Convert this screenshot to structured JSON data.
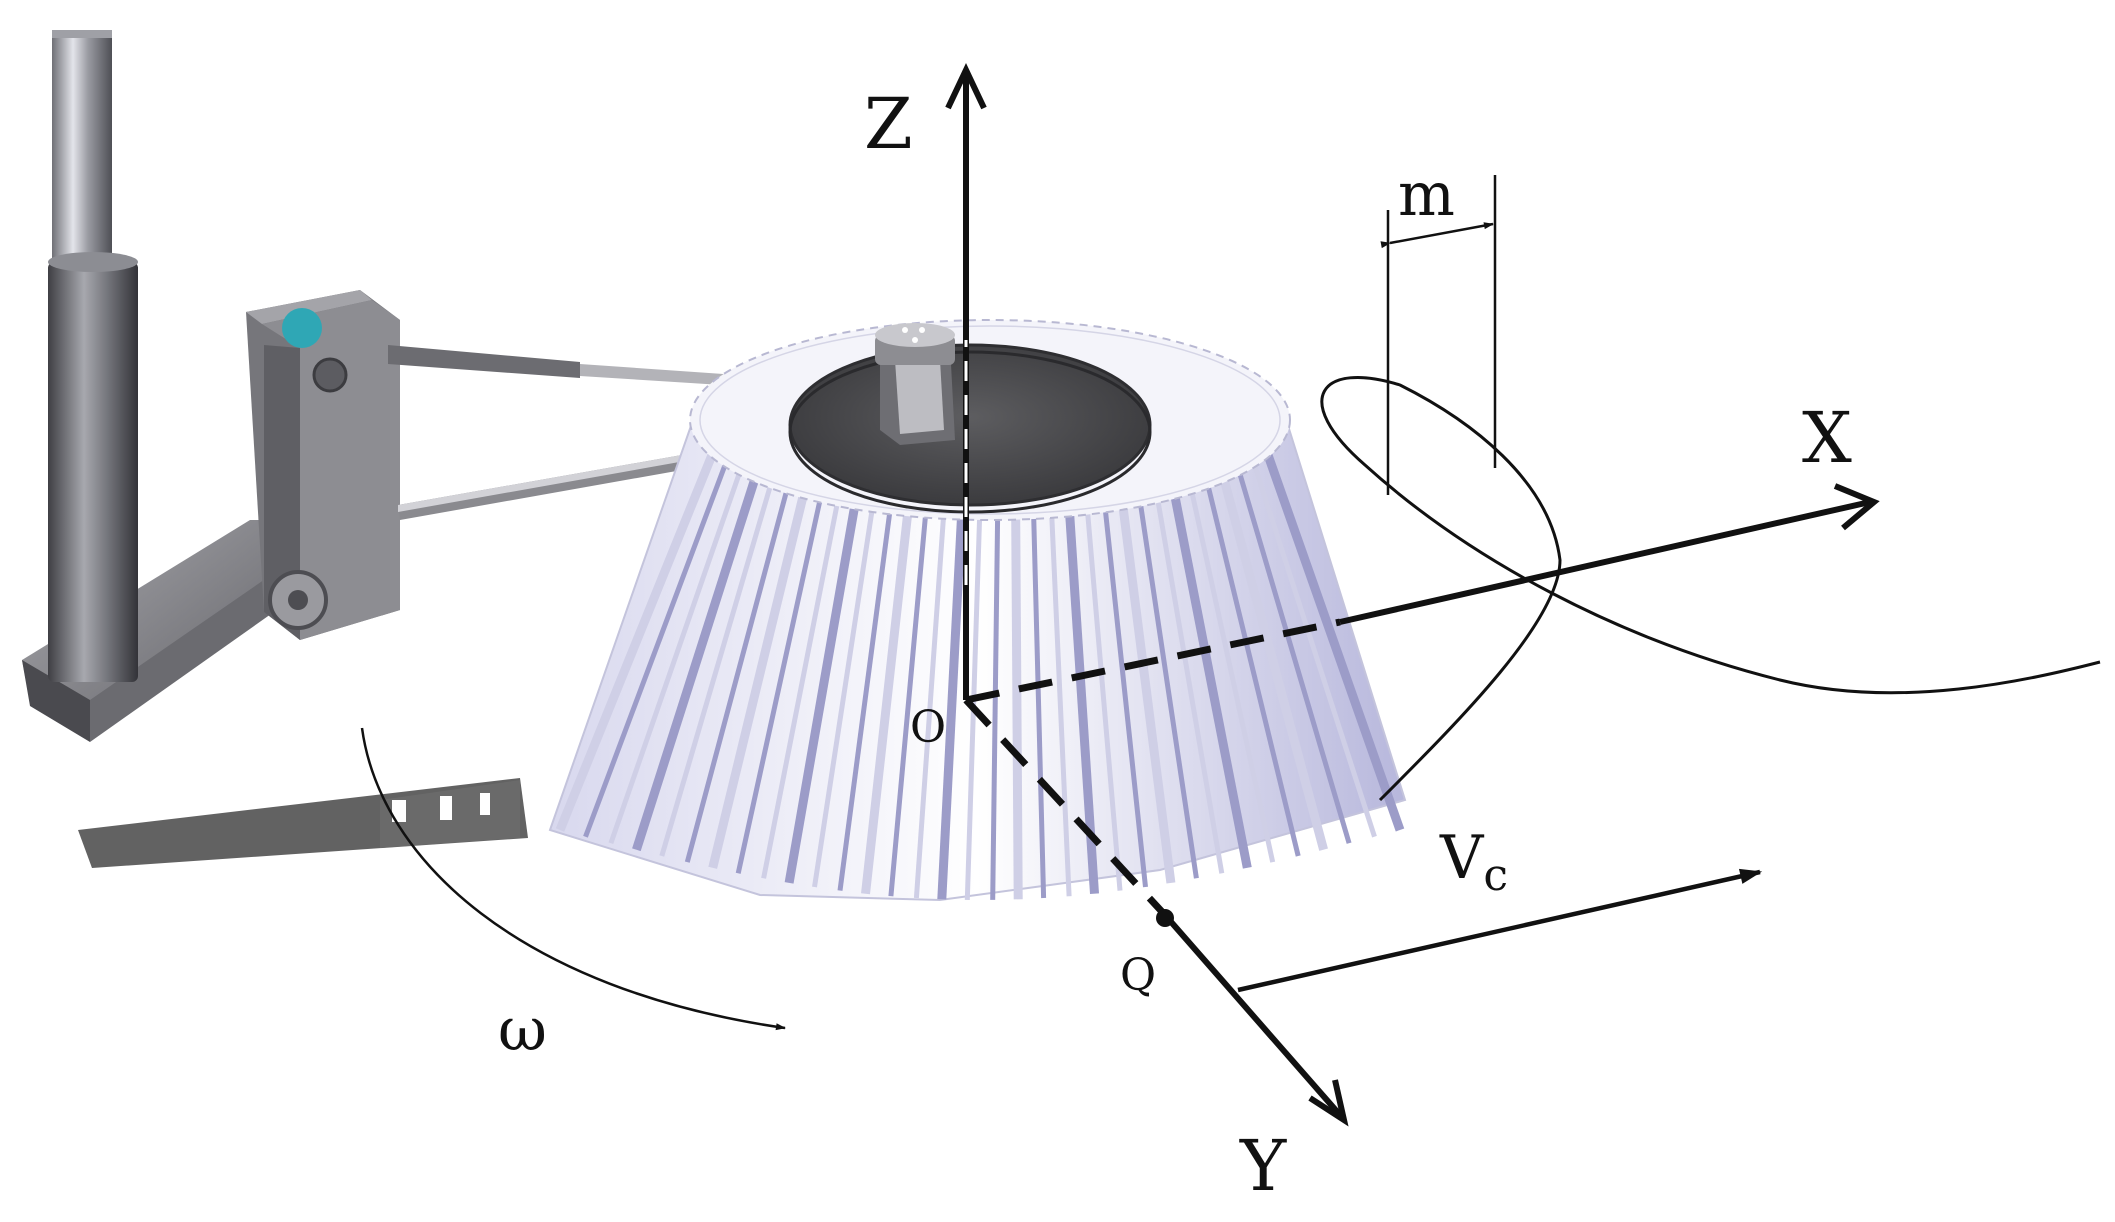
{
  "labels": {
    "axis_z": "Z",
    "axis_x": "X",
    "axis_y": "Y",
    "origin": "O",
    "point_q": "Q",
    "dim_m": "m",
    "velocity": "V",
    "velocity_sub": "c",
    "omega": "ω"
  },
  "colors": {
    "ink": "#111111",
    "metal_dark": "#5b5b5f",
    "metal_mid": "#8a8a8f",
    "metal_light": "#c9c9ce",
    "bristle": "#ffffff",
    "bristle_shade": "#9c9cc8",
    "disc": "#4a4a4d",
    "shadow": "#5a5a5a",
    "cap_accent": "#2fa7b5"
  },
  "icons": {
    "mechanism": "arm-actuator-icon",
    "brush": "cone-brush-icon"
  }
}
